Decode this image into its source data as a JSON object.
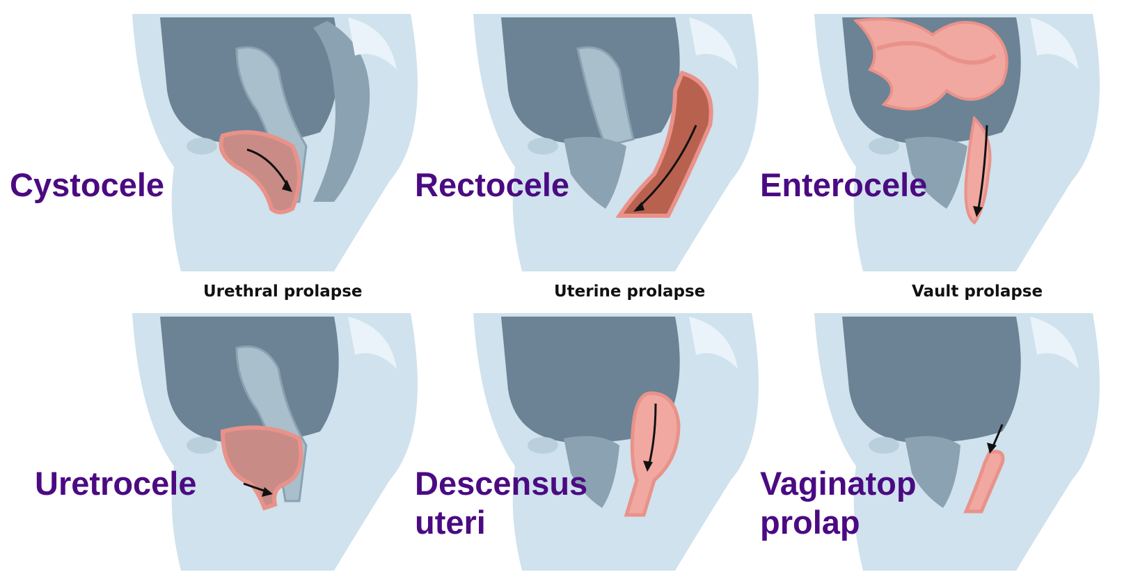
{
  "colors": {
    "label": "#4b0a82",
    "body": "#cfe2ed",
    "cavity": "#6b8394",
    "organ": "#a9bfcc",
    "highlight": "#e9928a",
    "highlight_dark": "#b8614e",
    "caption": "#111111"
  },
  "panels": [
    {
      "caption": "",
      "label": [
        "Cystocele"
      ],
      "highlight": "bladder"
    },
    {
      "caption": "",
      "label": [
        "Rectocele"
      ],
      "highlight": "rectum"
    },
    {
      "caption": "",
      "label": [
        "Enterocele"
      ],
      "highlight": "intestine"
    },
    {
      "caption": "Urethral prolapse",
      "label": [
        "Uretrocele"
      ],
      "highlight": "urethra"
    },
    {
      "caption": "Uterine prolapse",
      "label": [
        "Descensus",
        "uteri"
      ],
      "highlight": "uterus"
    },
    {
      "caption": "Vault prolapse",
      "label": [
        "Vaginatop",
        "prolap"
      ],
      "highlight": "vault"
    }
  ]
}
